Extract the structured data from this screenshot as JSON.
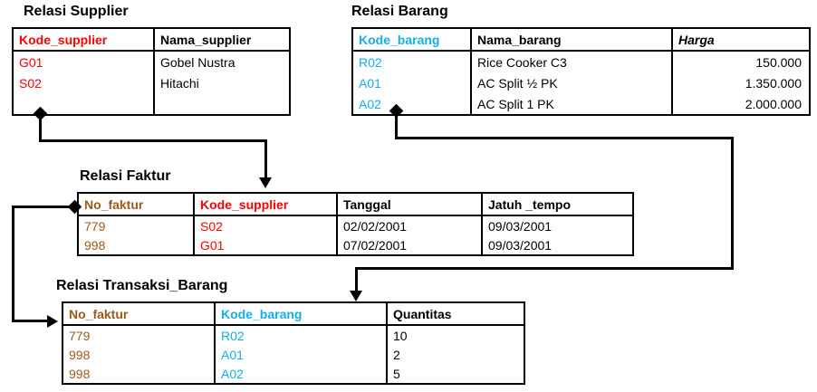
{
  "diagram": {
    "title": "Relational database diagram: Supplier, Barang, Faktur, Transaksi_Barang",
    "colors": {
      "key_red": "#FF0000",
      "key_cyan": "#12AEEF",
      "key_brown": "#9C5A18",
      "text_black": "#000000",
      "line": "#000000",
      "background": "#FFFFFF"
    }
  },
  "relations": {
    "supplier": {
      "title": "Relasi Supplier",
      "columns": [
        {
          "label": "Kode_supplier",
          "color": "red"
        },
        {
          "label": "Nama_supplier",
          "color": "black"
        }
      ],
      "rows": [
        {
          "kode_supplier": "G01",
          "nama_supplier": "Gobel Nustra"
        },
        {
          "kode_supplier": "S02",
          "nama_supplier": "Hitachi"
        }
      ]
    },
    "barang": {
      "title": "Relasi Barang",
      "columns": [
        {
          "label": "Kode_barang",
          "color": "cyan"
        },
        {
          "label": "Nama_barang",
          "color": "black"
        },
        {
          "label": "Harga",
          "color": "black",
          "italic": true
        }
      ],
      "rows": [
        {
          "kode_barang": "R02",
          "nama_barang": "Rice Cooker C3",
          "harga": "150.000"
        },
        {
          "kode_barang": "A01",
          "nama_barang": "AC Split ½ PK",
          "harga": "1.350.000"
        },
        {
          "kode_barang": "A02",
          "nama_barang": "AC Split 1 PK",
          "harga": "2.000.000"
        }
      ]
    },
    "faktur": {
      "title": "Relasi Faktur",
      "columns": [
        {
          "label": "No_faktur",
          "color": "brown"
        },
        {
          "label": "Kode_supplier",
          "color": "red"
        },
        {
          "label": "Tanggal",
          "color": "black"
        },
        {
          "label": "Jatuh _tempo",
          "color": "black"
        }
      ],
      "rows": [
        {
          "no_faktur": "779",
          "kode_supplier": "S02",
          "tanggal": "02/02/2001",
          "jatuh_tempo": "09/03/2001"
        },
        {
          "no_faktur": "998",
          "kode_supplier": "G01",
          "tanggal": "07/02/2001",
          "jatuh_tempo": "09/03/2001"
        }
      ]
    },
    "transaksi_barang": {
      "title": "Relasi Transaksi_Barang",
      "columns": [
        {
          "label": "No_faktur",
          "color": "brown"
        },
        {
          "label": "Kode_barang",
          "color": "cyan"
        },
        {
          "label": "Quantitas",
          "color": "black"
        }
      ],
      "rows": [
        {
          "no_faktur": "779",
          "kode_barang": "R02",
          "quantitas": "10"
        },
        {
          "no_faktur": "998",
          "kode_barang": "A01",
          "quantitas": "2"
        },
        {
          "no_faktur": "998",
          "kode_barang": "A02",
          "quantitas": "5"
        }
      ]
    }
  },
  "relationships": [
    {
      "name": "supplier-to-faktur",
      "from_relation": "Relasi Supplier",
      "from_field": "Kode_supplier",
      "to_relation": "Relasi Faktur",
      "to_field": "Kode_supplier"
    },
    {
      "name": "barang-to-transaksi",
      "from_relation": "Relasi Barang",
      "from_field": "Kode_barang",
      "to_relation": "Relasi Transaksi_Barang",
      "to_field": "Kode_barang"
    },
    {
      "name": "faktur-to-transaksi",
      "from_relation": "Relasi Faktur",
      "from_field": "No_faktur",
      "to_relation": "Relasi Transaksi_Barang",
      "to_field": "No_faktur"
    }
  ]
}
